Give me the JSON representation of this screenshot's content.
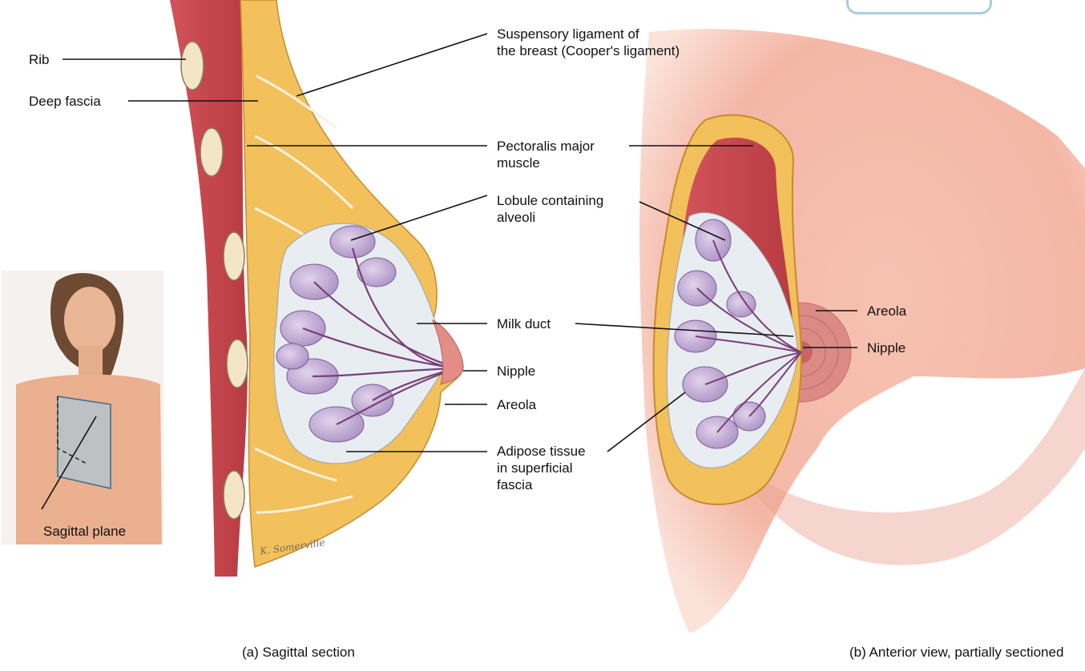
{
  "labels": {
    "rib": "Rib",
    "deep_fascia": "Deep fascia",
    "suspensory_1": "Suspensory ligament of",
    "suspensory_2": "the breast (Cooper's ligament)",
    "pectoralis_1": "Pectoralis major",
    "pectoralis_2": "muscle",
    "lobule_1": "Lobule containing",
    "lobule_2": "alveoli",
    "milk_duct": "Milk duct",
    "nipple_a": "Nipple",
    "areola_a": "Areola",
    "adipose_1": "Adipose tissue",
    "adipose_2": "in superficial",
    "adipose_3": "fascia",
    "areola_b": "Areola",
    "nipple_b": "Nipple",
    "sagittal_plane": "Sagittal plane"
  },
  "captions": {
    "a": "(a) Sagittal section",
    "b": "(b) Anterior view, partially sectioned"
  },
  "artist_signature": "K. Somerville",
  "colors": {
    "muscle": "#c9474d",
    "fat": "#f2c15b",
    "skin": "#f6c1b3",
    "gland": "#c9b3d8",
    "duct": "#7a3f7a"
  }
}
